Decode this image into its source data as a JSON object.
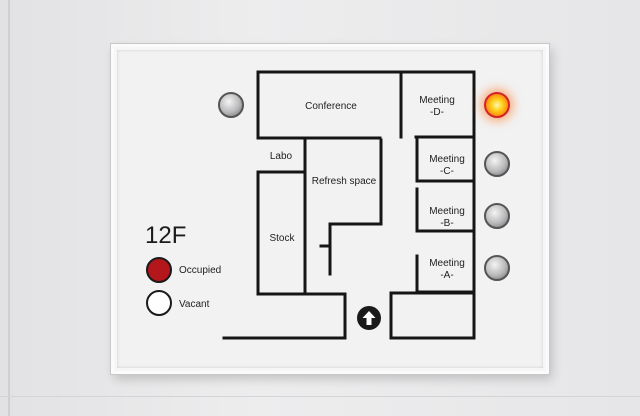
{
  "sign": {
    "rooms": {
      "conference": "Conference",
      "meeting_d": "Meeting\n-D-",
      "labo": "Labo",
      "refresh": "Refresh space",
      "meeting_c": "Meeting\n-C-",
      "meeting_b": "Meeting\n-B-",
      "stock": "Stock",
      "meeting_a": "Meeting\n-A-"
    },
    "floor": "12F",
    "legend": {
      "occupied": "Occupied",
      "vacant": "Vacant"
    },
    "colors": {
      "occupied": "#b3161b",
      "vacant": "#ffffff",
      "lamp_on": "#ffd21f"
    },
    "lamps": {
      "conference": "off",
      "meeting_d": "on",
      "meeting_c": "off",
      "meeting_b": "off",
      "meeting_a": "off"
    },
    "icons": {
      "entrance": "up-arrow-icon"
    }
  }
}
